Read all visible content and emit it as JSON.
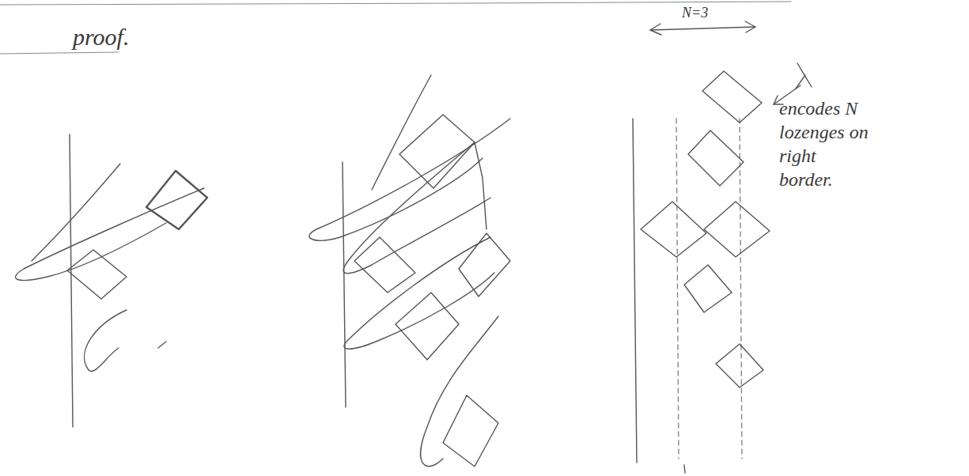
{
  "diagram": {
    "labels": [
      "proof.",
      "N=3",
      "encodes N lozenges on right border."
    ]
  }
}
